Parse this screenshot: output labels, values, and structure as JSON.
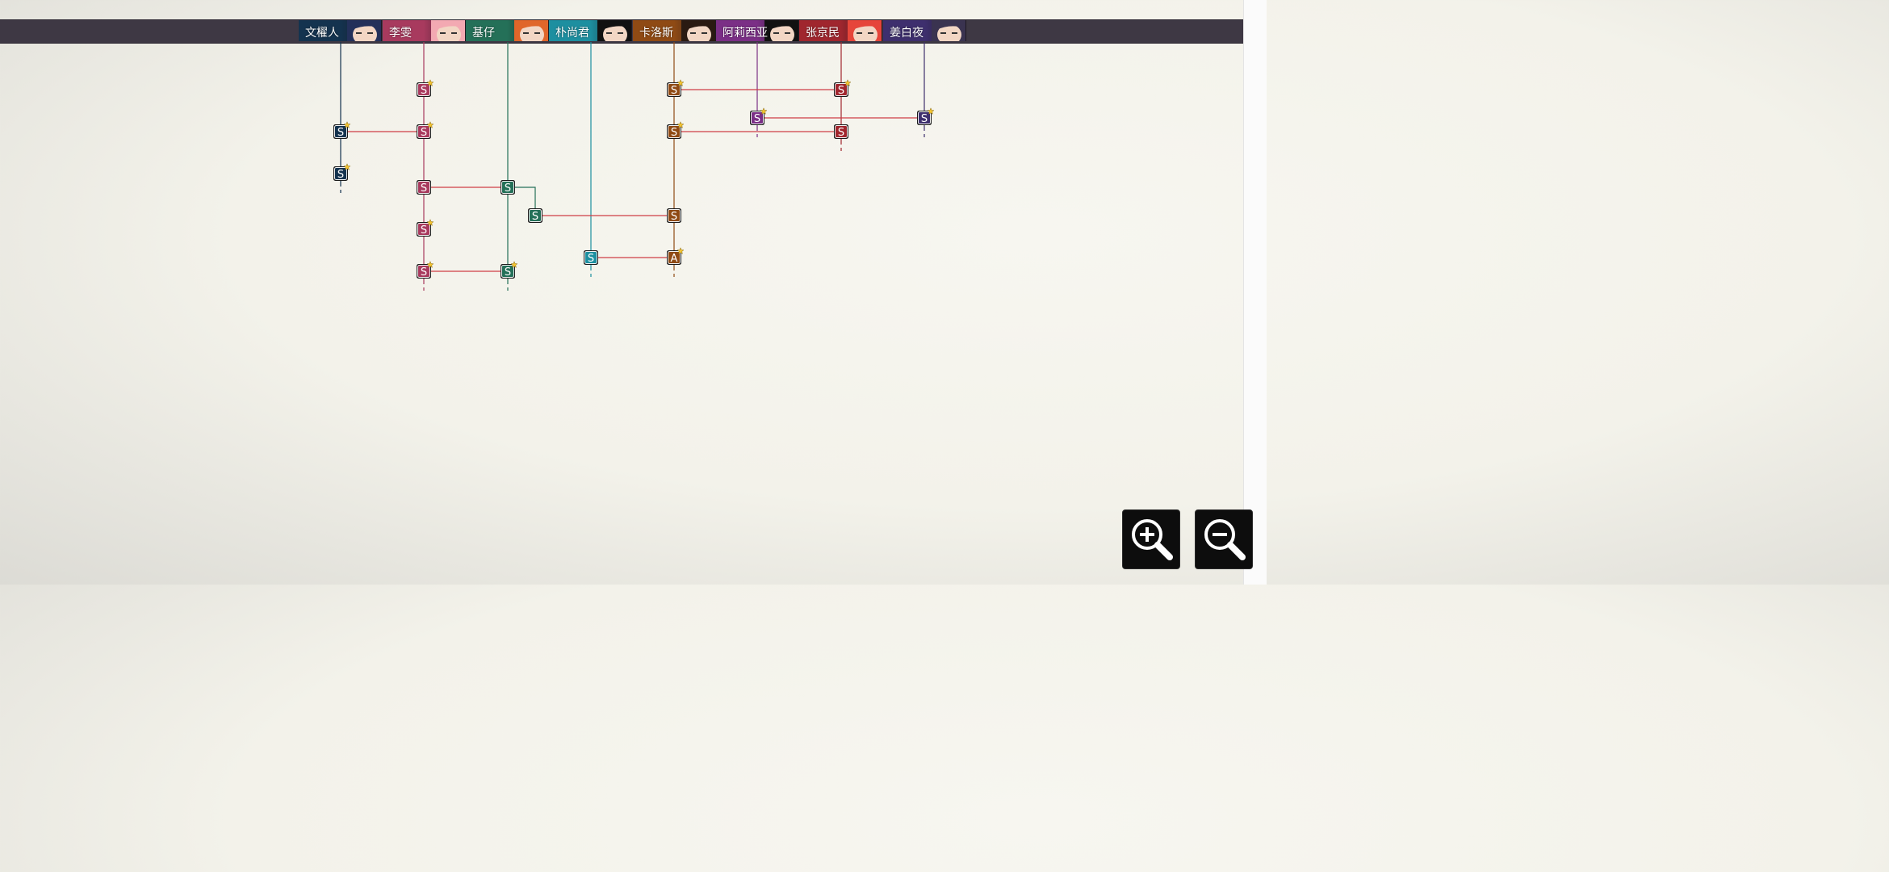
{
  "characters": [
    {
      "name": "文櫂人",
      "color": "#14334f",
      "hair": "#23305a"
    },
    {
      "name": "李雯",
      "color": "#a83a5e",
      "hair": "#f3a9b2"
    },
    {
      "name": "基仔",
      "color": "#247058",
      "hair": "#e0662a"
    },
    {
      "name": "朴尚君",
      "color": "#1d8fa0",
      "hair": "#111111"
    },
    {
      "name": "卡洛斯",
      "color": "#8f4a14",
      "hair": "#2a1a12"
    },
    {
      "name": "阿莉西亚",
      "color": "#7b2f86",
      "hair": "#111111"
    },
    {
      "name": "张京民",
      "color": "#a0262e",
      "hair": "#e6453a"
    },
    {
      "name": "姜白夜",
      "color": "#3e2f6e",
      "hair": "#3a3350"
    }
  ],
  "bond_color": "#cf3d45",
  "nodes": [
    {
      "id": "n1",
      "char": 1,
      "rank": "S",
      "starred": true
    },
    {
      "id": "n2",
      "char": 0,
      "rank": "S",
      "starred": true
    },
    {
      "id": "n3",
      "char": 1,
      "rank": "S",
      "starred": true
    },
    {
      "id": "n4",
      "char": 0,
      "rank": "S",
      "starred": true
    },
    {
      "id": "n5",
      "char": 1,
      "rank": "S",
      "starred": false
    },
    {
      "id": "n6",
      "char": 2,
      "rank": "S",
      "starred": false
    },
    {
      "id": "n7",
      "char": 1,
      "rank": "S",
      "starred": true
    },
    {
      "id": "n8",
      "char": 1,
      "rank": "S",
      "starred": true
    },
    {
      "id": "n9",
      "char": 2,
      "rank": "S",
      "starred": true
    },
    {
      "id": "n10",
      "char": 2,
      "rank": "S",
      "starred": false
    },
    {
      "id": "n11",
      "char": 3,
      "rank": "S",
      "starred": false
    },
    {
      "id": "n12",
      "char": 4,
      "rank": "S",
      "starred": true
    },
    {
      "id": "n13",
      "char": 4,
      "rank": "S",
      "starred": true
    },
    {
      "id": "n14",
      "char": 4,
      "rank": "S",
      "starred": false
    },
    {
      "id": "n15",
      "char": 4,
      "rank": "A",
      "starred": true
    },
    {
      "id": "n16",
      "char": 5,
      "rank": "S",
      "starred": true
    },
    {
      "id": "n17",
      "char": 6,
      "rank": "S",
      "starred": true
    },
    {
      "id": "n18",
      "char": 6,
      "rank": "S",
      "starred": false
    },
    {
      "id": "n19",
      "char": 7,
      "rank": "S",
      "starred": true
    }
  ],
  "bonds": [
    [
      "n2",
      "n3"
    ],
    [
      "n5",
      "n6"
    ],
    [
      "n8",
      "n9"
    ],
    [
      "n10",
      "n14"
    ],
    [
      "n11",
      "n15"
    ],
    [
      "n12",
      "n17"
    ],
    [
      "n13",
      "n18"
    ],
    [
      "n16",
      "n19"
    ]
  ],
  "controls": {
    "zoom_in": "zoom-in-magnifier-icon",
    "zoom_out": "zoom-out-magnifier-icon"
  }
}
